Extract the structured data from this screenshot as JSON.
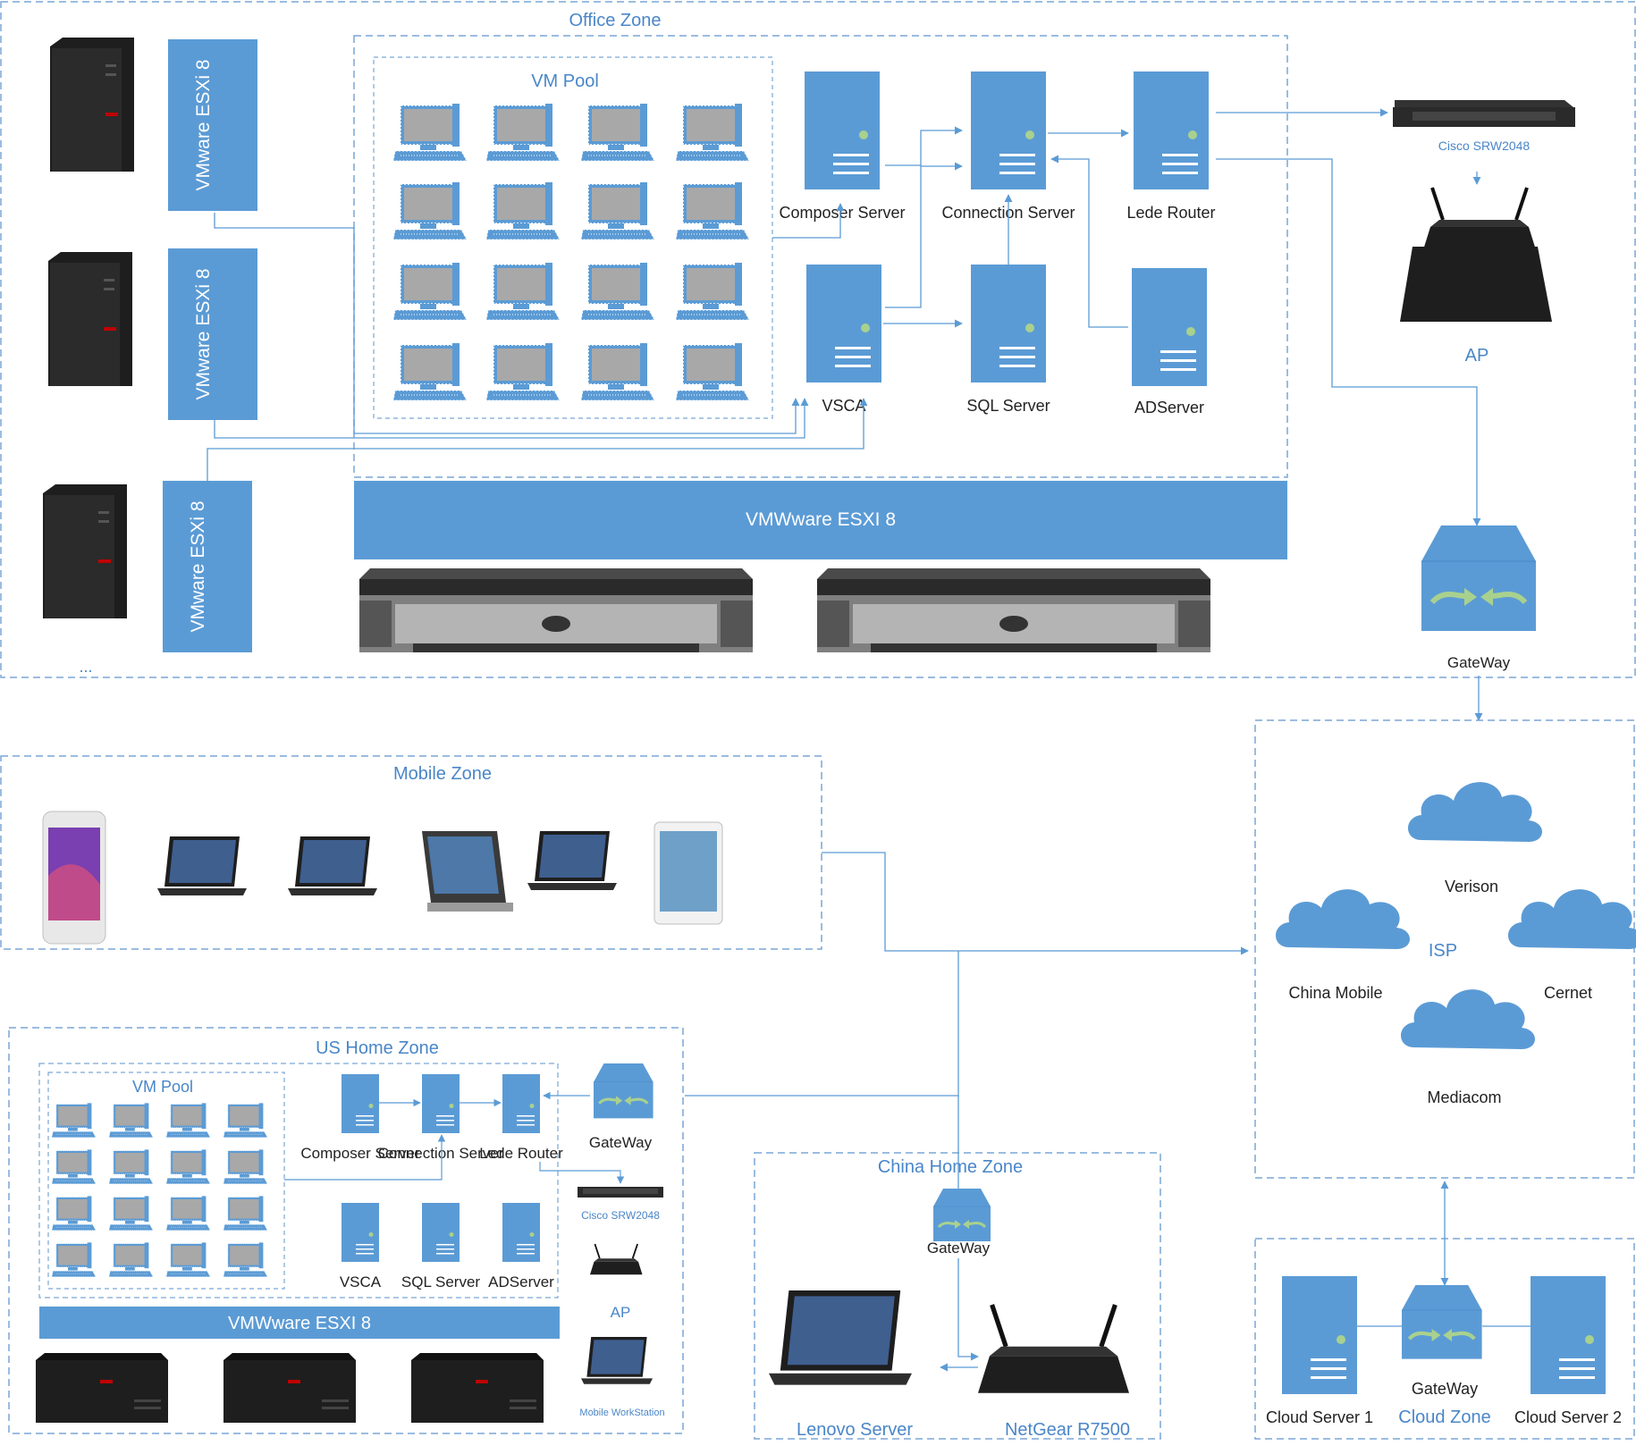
{
  "colors": {
    "blue": "#5b9bd5",
    "zone_border": "#7aa6d6",
    "zone_title": "#4a86c8",
    "line": "#5b9bd5",
    "text": "#222222",
    "server_dot": "#a9d18e",
    "vm_screen": "#a8a8a8",
    "hardware": "#1e1e1e",
    "rack": "#7f7f7f"
  },
  "office": {
    "title": "Office Zone",
    "vm_pool": "VM Pool",
    "esxi_host_label": "VMware ESXi 8",
    "esxi_bar": "VMWware ESXI 8",
    "composer": "Composer Server",
    "connection": "Connection Server",
    "lede": "Lede Router",
    "vsca": "VSCA",
    "sql": "SQL Server",
    "ad": "ADServer",
    "switch": "Cisco SRW2048",
    "ap": "AP",
    "gateway": "GateWay",
    "more": "..."
  },
  "mobile": {
    "title": "Mobile Zone"
  },
  "isp": {
    "title": "ISP",
    "verison": "Verison",
    "china_mobile": "China Mobile",
    "cernet": "Cernet",
    "mediacom": "Mediacom"
  },
  "us_home": {
    "title": "US Home Zone",
    "vm_pool": "VM Pool",
    "composer": "Composer Server",
    "connection": "Connection Server",
    "lede": "Lede Router",
    "vsca": "VSCA",
    "sql": "SQL Server",
    "ad": "ADServer",
    "gateway": "GateWay",
    "switch": "Cisco SRW2048",
    "ap": "AP",
    "esxi_bar": "VMWware ESXI 8",
    "mobile_ws": "Mobile WorkStation"
  },
  "china_home": {
    "title": "China Home Zone",
    "gateway": "GateWay",
    "lenovo": "Lenovo Server",
    "netgear": "NetGear R7500"
  },
  "cloud": {
    "title": "Cloud Zone",
    "gateway": "GateWay",
    "server1": "Cloud Server 1",
    "server2": "Cloud Server 2"
  }
}
